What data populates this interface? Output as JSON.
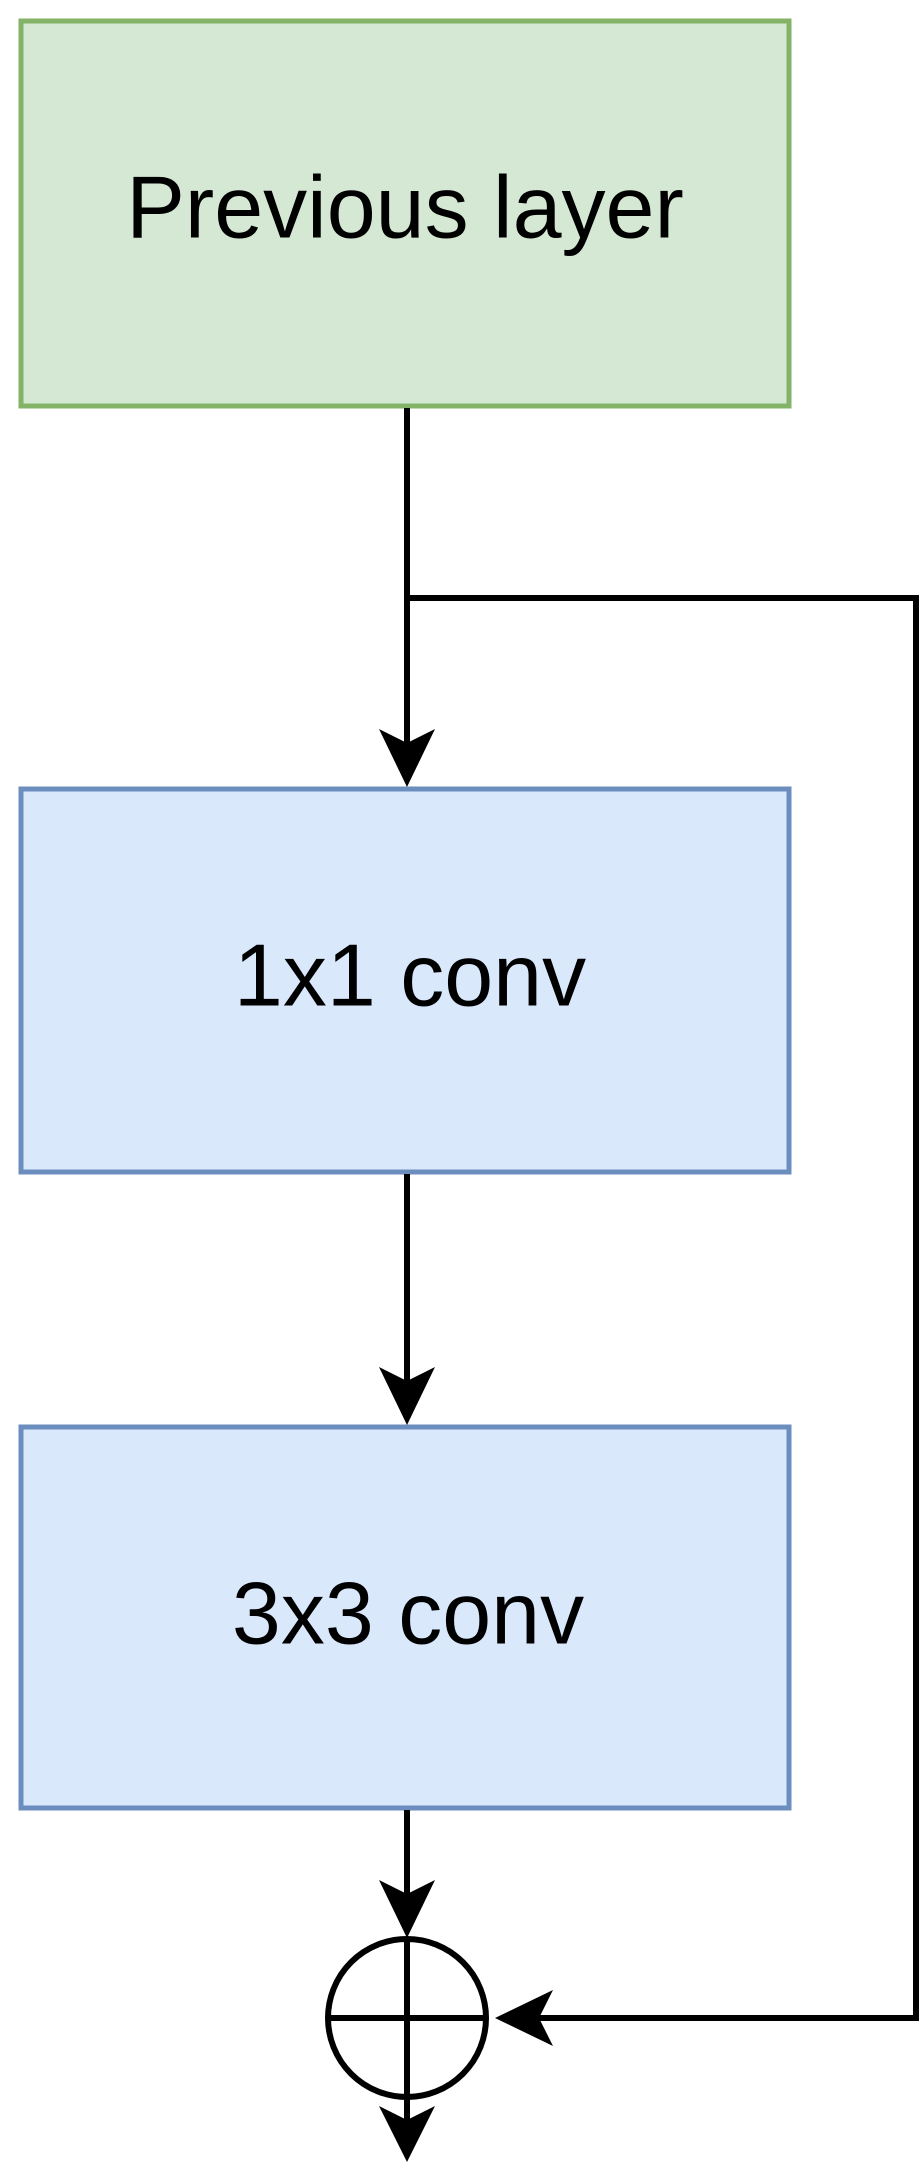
{
  "nodes": {
    "previous_layer": {
      "label": "Previous layer"
    },
    "conv1x1": {
      "label": "1x1 conv"
    },
    "conv3x3": {
      "label": "3x3 conv"
    }
  },
  "colors": {
    "green_fill": "#d5e8d4",
    "green_stroke": "#82b366",
    "blue_fill": "#dae8fc",
    "blue_stroke": "#6c8ebf",
    "line": "#000000"
  }
}
